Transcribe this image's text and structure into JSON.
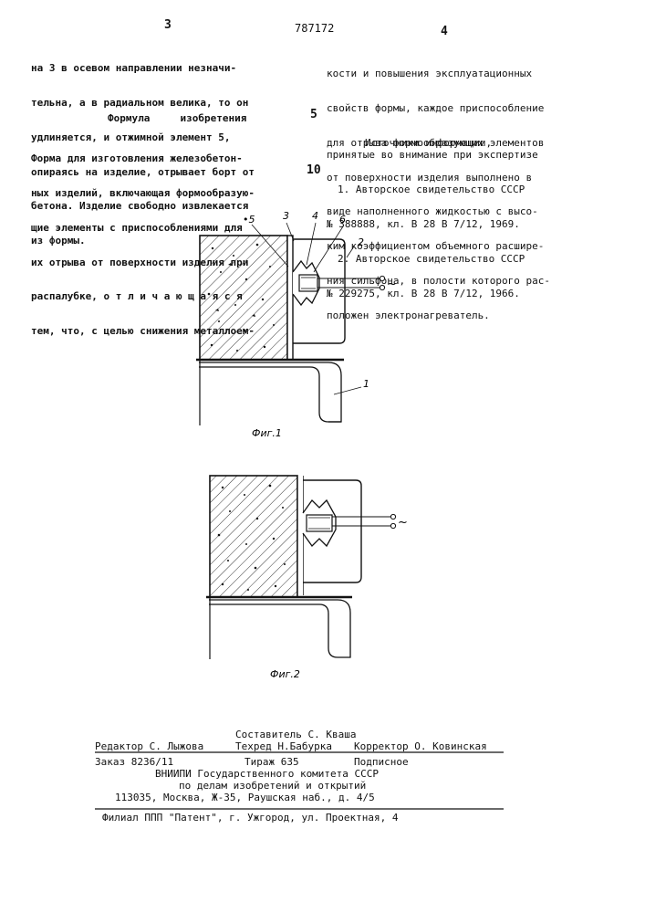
{
  "header": {
    "page_left": "3",
    "patent_number": "787172",
    "page_right": "4"
  },
  "left_column": {
    "lines_top": [
      "на 3 в осевом направлении незначи-",
      "тельна, а в радиальном велика, то он",
      "удлиняется, и отжимной элемент 5,",
      "опираясь на изделие, отрывает борт от",
      "бетона. Изделие свободно извлекается",
      "из формы."
    ],
    "formula_title": "Формула     изобретения",
    "lines_bottom": [
      "Форма для изготовления железобетон-",
      "ных изделий, включающая формообразую-",
      "щие элементы с приспособлениями для",
      "их отрыва от поверхности изделия при",
      "распалубке, о т л и ч а ю щ а я с я",
      "тем, что, с целью снижения металлоем-"
    ]
  },
  "line_numbers": [
    "5",
    "10"
  ],
  "right_column": {
    "lines": [
      "кости и повышения эксплуатационных",
      "свойств формы, каждое приспособление",
      "для отрыва формообразующих элементов",
      "от поверхности изделия выполнено в",
      "виде наполненного жидкостью с высо-",
      "ким коэффициентом объемного расшире-",
      "ния сильфона, в полости которого рас-",
      "положен электронагреватель."
    ],
    "sources_title": "Источники информации,",
    "sources_intro": "принятые во внимание при экспертизе",
    "refs": [
      "1. Авторское свидетельство СССР",
      "№ 388888, кл. В 28 В 7/12, 1969.",
      "2. Авторское свидетельство СССР",
      "№ 229275, кл. В 28 В 7/12, 1966."
    ]
  },
  "figure1": {
    "caption": "Фиг.1",
    "labels": {
      "l5": "•5",
      "l3": "3",
      "l4": "4",
      "l6": "6",
      "l2": "2",
      "l1": "1",
      "tilde": "~"
    }
  },
  "figure2": {
    "caption": "Фиг.2",
    "labels": {
      "tilde": "~"
    }
  },
  "footer": {
    "composer": "Составитель С. Кваша",
    "editor": "Редактор С. Лыжова",
    "techred": "Техред Н.Бабурка",
    "corrector": "Корректор О. Ковинская",
    "order": "Заказ 8236/11",
    "circulation": "Тираж 635",
    "subscription": "Подписное",
    "org1": "ВНИИПИ Государственного комитета СССР",
    "org2": "по делам изобретений и открытий",
    "address": "113035, Москва, Ж-35, Раушская наб., д. 4/5",
    "branch": "Филиал ППП \"Патент\", г. Ужгород, ул. Проектная, 4"
  }
}
